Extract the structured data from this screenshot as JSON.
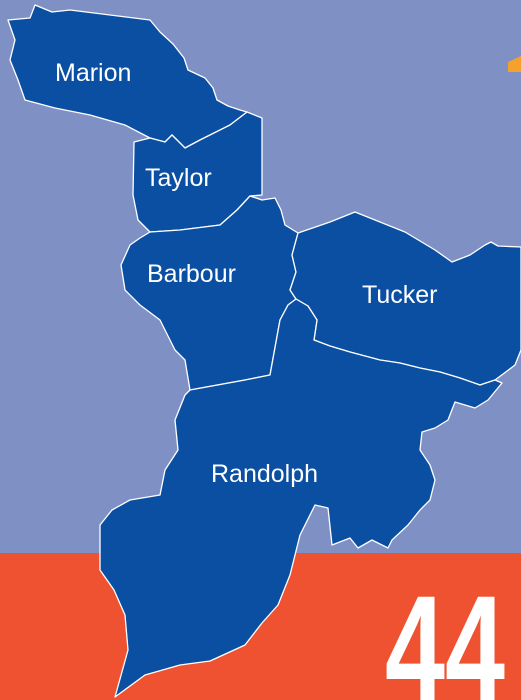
{
  "colors": {
    "background": "#7f90c5",
    "district_band": "#ef5230",
    "county_fill": "#0b4fa3",
    "county_border": "#ffffff",
    "corner_accent": "#f4a12d",
    "text": "#ffffff"
  },
  "counties": [
    {
      "id": "marion",
      "label": "Marion"
    },
    {
      "id": "taylor",
      "label": "Taylor"
    },
    {
      "id": "barbour",
      "label": "Barbour"
    },
    {
      "id": "tucker",
      "label": "Tucker"
    },
    {
      "id": "randolph",
      "label": "Randolph"
    }
  ],
  "district": {
    "number": "44"
  }
}
